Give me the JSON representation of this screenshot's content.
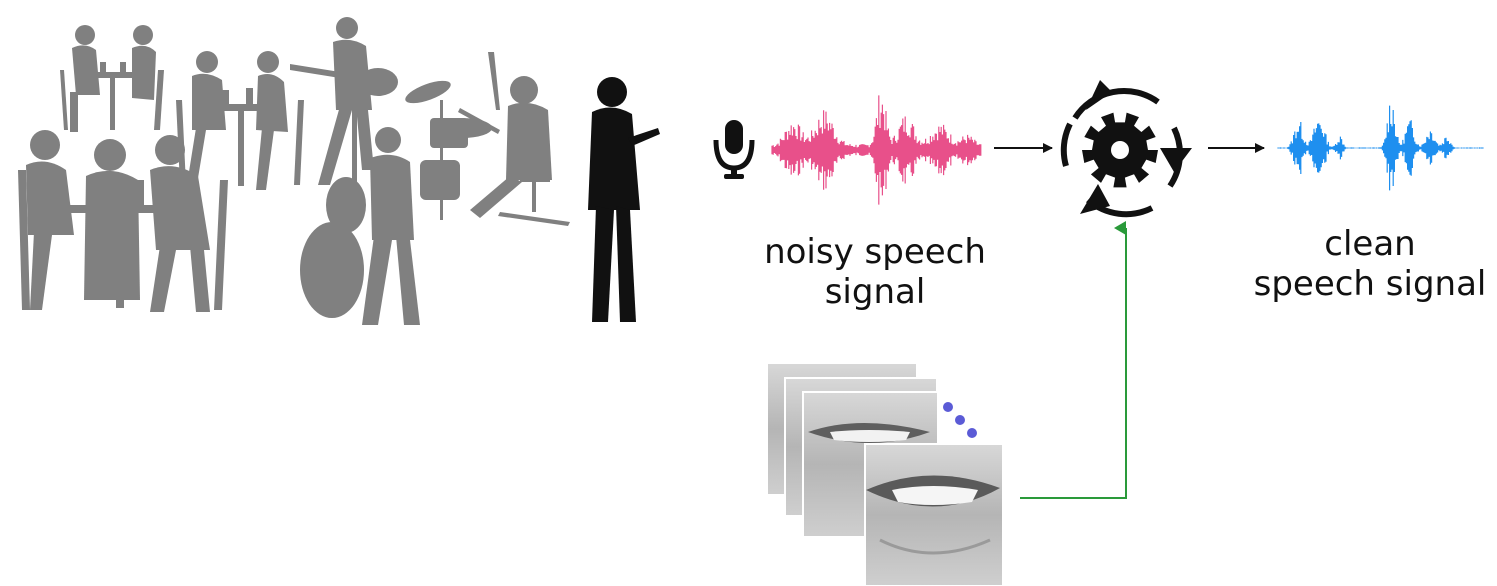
{
  "labels": {
    "noisy_line1": "noisy speech",
    "noisy_line2": "signal",
    "clean_line1": "clean",
    "clean_line2": "speech signal"
  },
  "icons": {
    "microphone": "microphone-icon",
    "processor": "gear-cycle-icon"
  },
  "colors": {
    "background_people": "#808080",
    "listener": "#111111",
    "noisy_wave": "#e8508a",
    "clean_wave": "#1e8fef",
    "flow_arrow": "#111111",
    "visual_arrow": "#2a9a3a",
    "ellipsis_dots": "#5b5bd6"
  }
}
